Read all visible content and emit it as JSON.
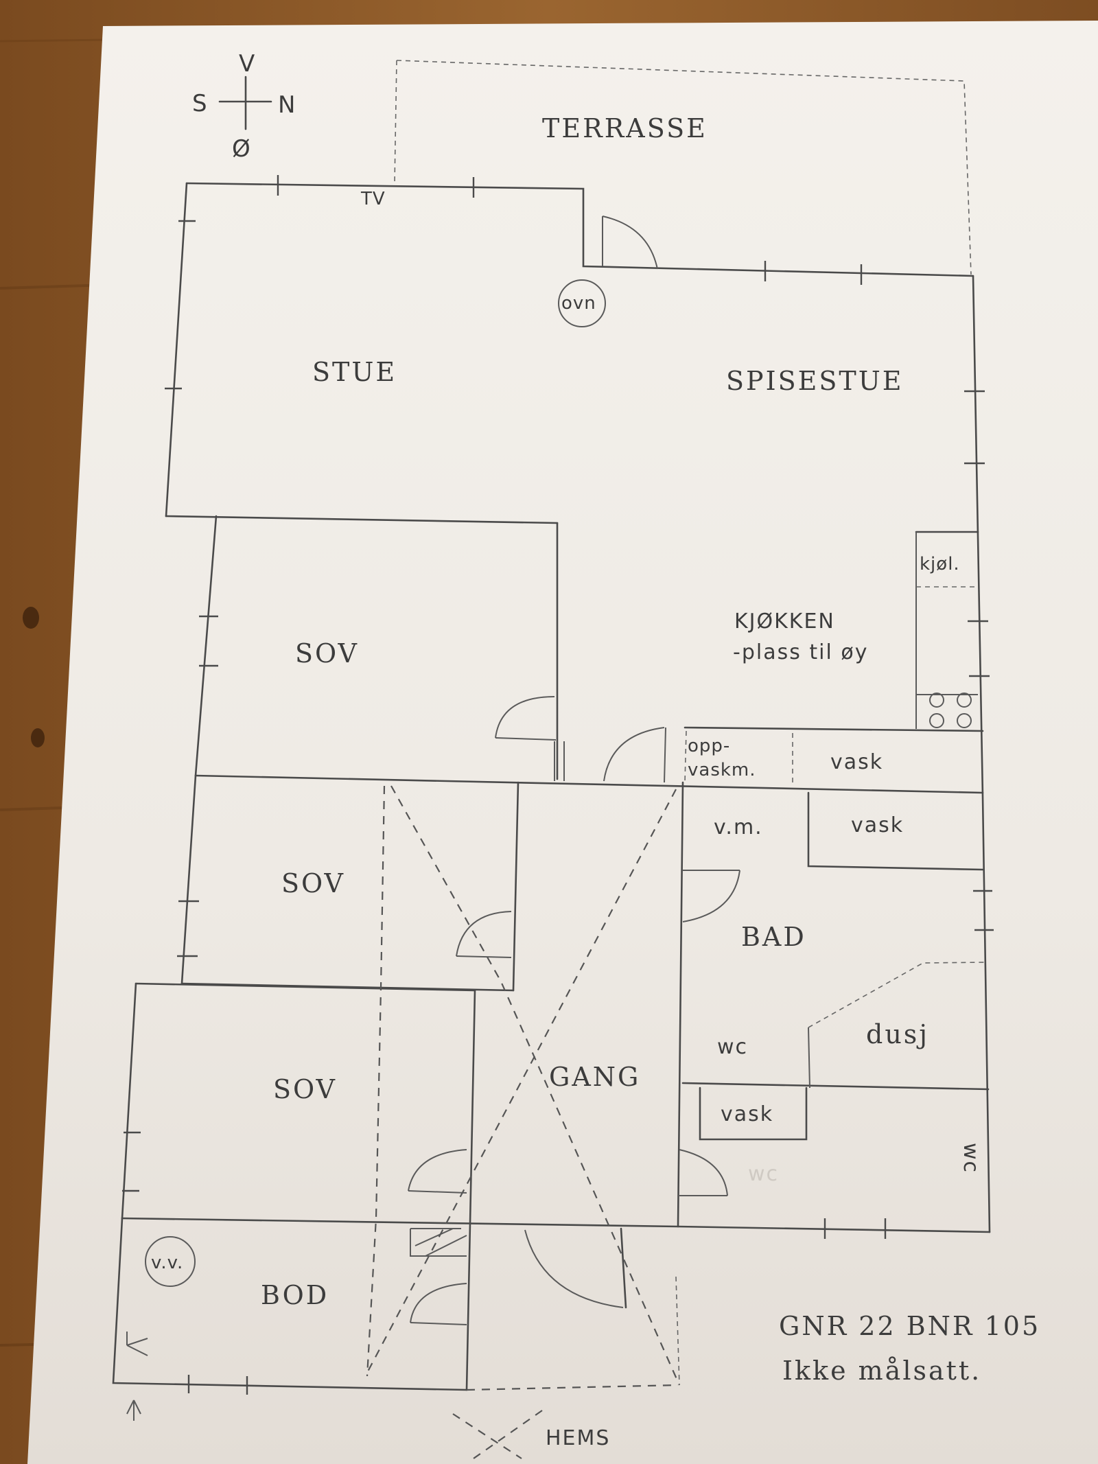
{
  "compass": {
    "north": "N",
    "south": "S",
    "east": "Ø",
    "west": "V"
  },
  "rooms": {
    "terrasse": "TERRASSE",
    "stue": "STUE",
    "spisestue": "SPISESTUE",
    "kjokken_line1": "KJØKKEN",
    "kjokken_line2": "-plass til øy",
    "sov1": "SOV",
    "sov2": "SOV",
    "sov3": "SOV",
    "bad": "BAD",
    "gang": "GANG",
    "bod": "BOD",
    "hems": "HEMS"
  },
  "fixtures": {
    "tv": "TV",
    "ovn": "ovn",
    "kjol": "kjøl.",
    "oppvask_line1": "opp-",
    "oppvask_line2": "vaskm.",
    "vask_kitchen": "vask",
    "vask_bad": "vask",
    "vm": "v.m.",
    "dusj": "dusj",
    "wc_bad": "wc",
    "vask_wc": "vask",
    "wc_small": "wc",
    "wc_faint": "wc",
    "vv": "v.v."
  },
  "notes": {
    "property_id": "GNR 22   BNR 105",
    "scale_note": "Ikke målsatt."
  }
}
